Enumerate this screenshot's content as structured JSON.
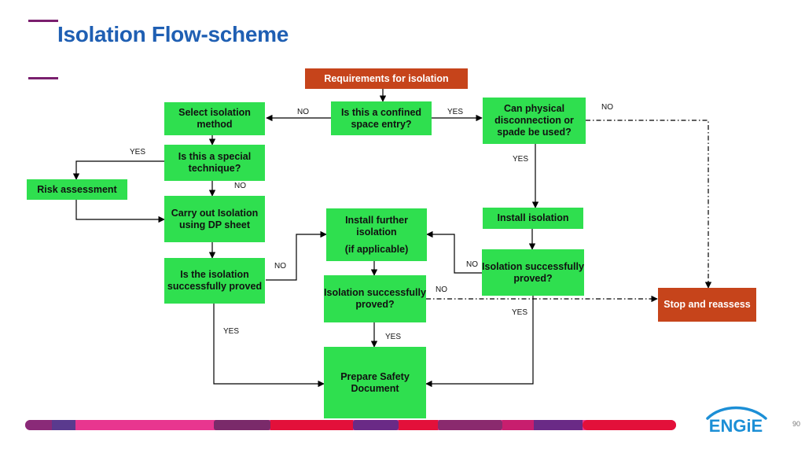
{
  "slide": {
    "title": "Isolation Flow-scheme",
    "page_number": "90",
    "logo_text": "ENGiE"
  },
  "nodes": {
    "requirements": "Requirements for isolation",
    "confined": "Is this a confined space entry?",
    "select_method": "Select isolation method",
    "special_technique": "Is this a special technique?",
    "risk_assessment": "Risk assessment",
    "carry_out": "Carry out Isolation using DP sheet",
    "left_proved": "Is the isolation successfully proved",
    "install_further_1": "Install further isolation",
    "install_further_2": "(if applicable)",
    "mid_proved": "Isolation successfully proved?",
    "physical_disconnect": "Can physical disconnection or spade be used?",
    "install_isolation": "Install isolation",
    "right_proved": "Isolation successfully proved?",
    "prepare_safety": "Prepare Safety Document",
    "stop_reassess": "Stop and reassess"
  },
  "edge_labels": {
    "confined_no": "NO",
    "confined_yes": "YES",
    "physical_no": "NO",
    "physical_yes": "YES",
    "special_yes": "YES",
    "special_no": "NO",
    "left_no": "NO",
    "left_yes": "YES",
    "right_no": "NO",
    "right_yes": "YES",
    "mid_no": "NO",
    "mid_yes": "YES"
  },
  "colors": {
    "title": "#1f5fb3",
    "process": "#2fdf4f",
    "terminal": "#c6441b",
    "accent": "#7a1f6e",
    "logo": "#1c8fd6"
  }
}
